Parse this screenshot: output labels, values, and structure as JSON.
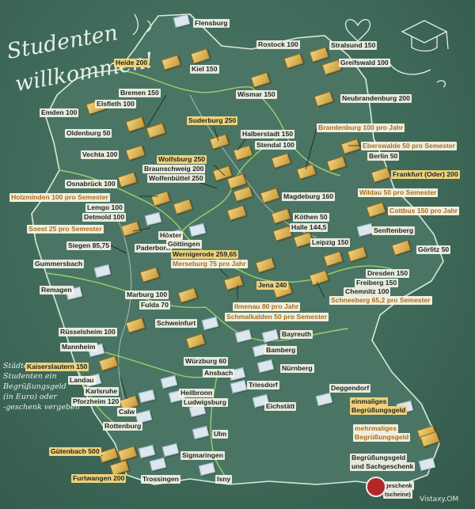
{
  "title_line1": "Studenten",
  "title_line2": "willkommen!",
  "sidenote": [
    "Städte, die an",
    "Studenten ein",
    "Begrüßungsgeld",
    "(in Euro) oder",
    "-geschenk vergeben"
  ],
  "legend": {
    "one_time": [
      "einmaliges",
      "Begrüßungsgeld"
    ],
    "multiple": [
      "mehrmaliges",
      "Begrüßungsgeld"
    ],
    "cash_and_gift": [
      "Begrüßungsgeld",
      "und Sachgeschenk"
    ],
    "voucher_partial": "geschenk",
    "voucher_partial2": "tscheine)"
  },
  "watermark": "Vistaxy.OM",
  "colors": {
    "board": "#3f6a5a",
    "gold": "#efd17a",
    "orange_text": "#a86e1a",
    "border_line": "#9bd06a"
  },
  "cities": {
    "flensburg": "Flensburg",
    "rostock": "Rostock 100",
    "stralsund": "Stralsund 150",
    "heide": "Heide 200",
    "kiel": "Kiel 150",
    "greifswald": "Greifswald 100",
    "wismar": "Wismar 150",
    "bremen": "Bremen 150",
    "elsfleth": "Elsfleth 100",
    "emden": "Emden 100",
    "neubrandenburg": "Neubrandenburg 200",
    "oldenburg": "Oldenburg 50",
    "suderburg": "Suderburg 250",
    "halberstadt": "Halberstadt 150",
    "brandenburg": "Brandenburg 100 pro Jahr",
    "stendal": "Stendal 100",
    "eberswalde": "Eberswalde 50 pro Semester",
    "vechta": "Vechta 100",
    "berlin": "Berlin 50",
    "wolfsburg": "Wolfsburg 250",
    "braunschweig": "Braunschweig 200",
    "frankfurt": "Frankfurt (Oder) 200",
    "osnabrueck": "Osnabrück 100",
    "wolfenbuettel": "Wolfenbüttel 250",
    "wildau": "Wildau 50 pro Semester",
    "holzminden": "Holzminden 100 pro Semester",
    "magdeburg": "Magdeburg 160",
    "lemgo": "Lemgo 100",
    "cottbus": "Cottbus 150 pro Jahr",
    "detmold": "Detmold 100",
    "koethen": "Köthen 50",
    "soest": "Soest 25 pro Semester",
    "halle": "Halle 144,5",
    "senftenberg": "Senftenberg",
    "hoexter": "Höxter",
    "siegen": "Siegen 85,75",
    "paderborn": "Paderborn",
    "goettingen": "Göttingen",
    "leipzig": "Leipzig 150",
    "goerlitz": "Görlitz 50",
    "wernigerode": "Wernigerode 259,65",
    "merseburg": "Merseburg 75 pro Jahr",
    "gummersbach": "Gummersbach",
    "dresden": "Dresden 150",
    "freiberg": "Freiberg 150",
    "remagen": "Remagen",
    "jena": "Jena 240",
    "chemnitz": "Chemnitz 100",
    "marburg": "Marburg 100",
    "fulda": "Fulda 70",
    "schneeberg": "Schneeberg 65,2 pro Semester",
    "ilmenau": "Ilmenau 80 pro Jahr",
    "schmalkalden": "Schmalkalden 50 pro Semester",
    "ruesselsheim": "Rüsselsheim 100",
    "schweinfurt": "Schweinfurt",
    "bayreuth": "Bayreuth",
    "mannheim": "Mannheim",
    "bamberg": "Bamberg",
    "kaiserslautern": "Kaiserslautern 150",
    "wuerzburg": "Würzburg 60",
    "nuernberg": "Nürnberg",
    "landau": "Landau",
    "ansbach": "Ansbach",
    "triesdorf": "Triesdorf",
    "karlsruhe": "Karlsruhe",
    "heilbronn": "Heilbronn",
    "deggendorf": "Deggendorf",
    "pforzheim": "Pforzheim 120",
    "ludwigsburg": "Ludwigsburg",
    "eichstaett": "Eichstätt",
    "calw": "Calw",
    "rottenburg": "Rottenburg",
    "ulm": "Ulm",
    "guetenbach": "Gütenbach 500",
    "sigmaringen": "Sigmaringen",
    "furtwangen": "Furtwangen 200",
    "trossingen": "Trossingen",
    "isny": "Isny"
  }
}
